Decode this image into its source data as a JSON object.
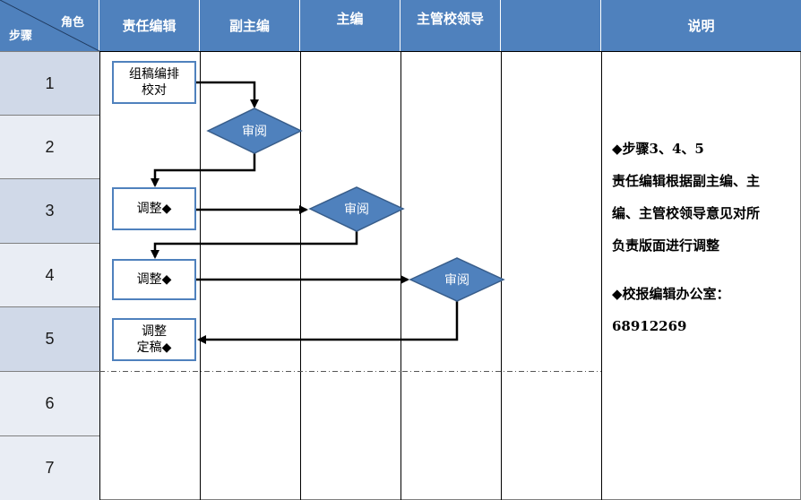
{
  "corner": {
    "role_label": "角色",
    "step_label": "步骤"
  },
  "columns": [
    "责任编辑",
    "副主编",
    "主编",
    "主管校领导",
    "",
    "说明"
  ],
  "steps": [
    "1",
    "2",
    "3",
    "4",
    "5",
    "6",
    "7"
  ],
  "process": {
    "box1_line1": "组稿编排",
    "box1_line2": "校对",
    "box2": "调整◆",
    "box3": "调整◆",
    "box4_line1": "调整",
    "box4_line2": "定稿◆",
    "review1": "审阅",
    "review2": "审阅",
    "review3": "审阅"
  },
  "notes": {
    "line1": "◆步骤3、4、5",
    "line2": "责任编辑根据副主编、主",
    "line3": "编、主管校领导意见对所",
    "line4": "负责版面进行调整",
    "line5": "◆校报编辑办公室：",
    "line6": "68912269"
  },
  "colors": {
    "header": "#4f81bd",
    "step_dark": "#d0d9e8",
    "step_light": "#e9edf4",
    "diamond": "#4f81bd"
  }
}
